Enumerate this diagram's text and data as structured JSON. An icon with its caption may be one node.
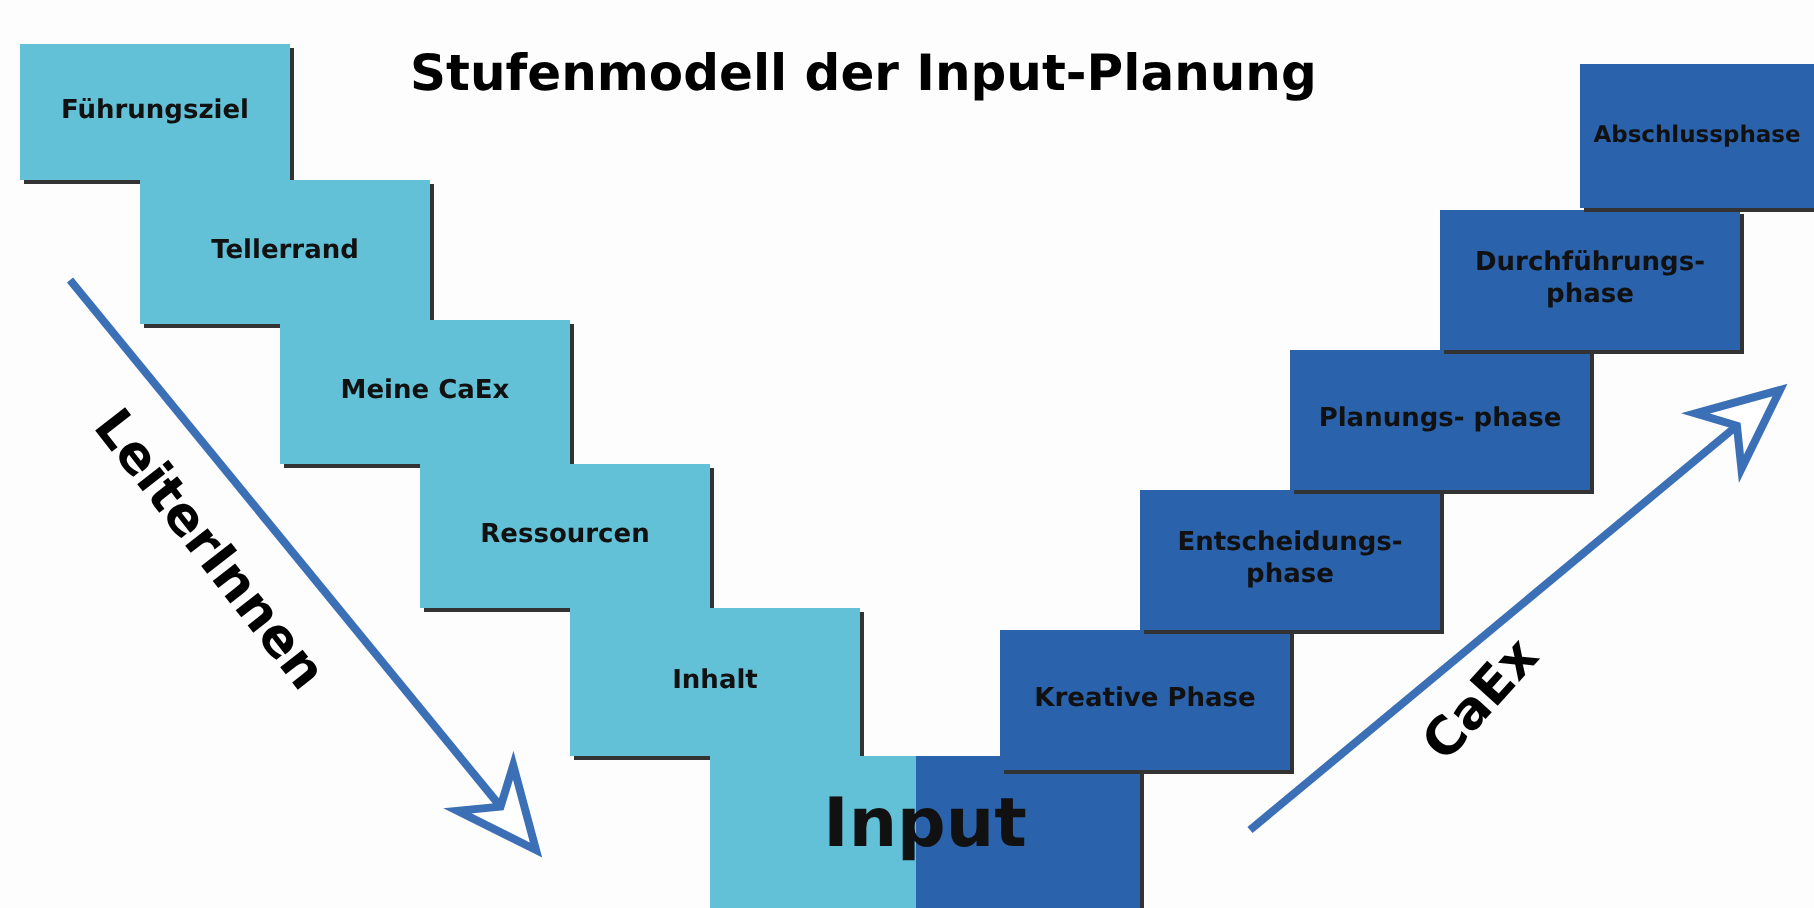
{
  "diagram": {
    "title": "Stufenmodell der Input-Planung",
    "nodes": [
      {
        "text": [
          "Führungsziel"
        ]
      },
      {
        "text": [
          "Tellerrand"
        ]
      },
      {
        "text": [
          "Meine CaEx"
        ]
      },
      {
        "text": [
          "Ressourcen"
        ]
      },
      {
        "text": [
          "Inhalt"
        ]
      },
      {
        "text": [
          "Input"
        ]
      },
      {
        "text": [
          "Kreative Phase"
        ]
      },
      {
        "text": [
          "Entscheidungs- phase"
        ]
      },
      {
        "text": [
          "Planungs- phase"
        ]
      },
      {
        "text": [
          "Durchführungs- phase"
        ]
      },
      {
        "text": [
          "Abschlussphase"
        ]
      }
    ],
    "labels": [
      "LeiterInnen",
      "CaEx"
    ]
  }
}
